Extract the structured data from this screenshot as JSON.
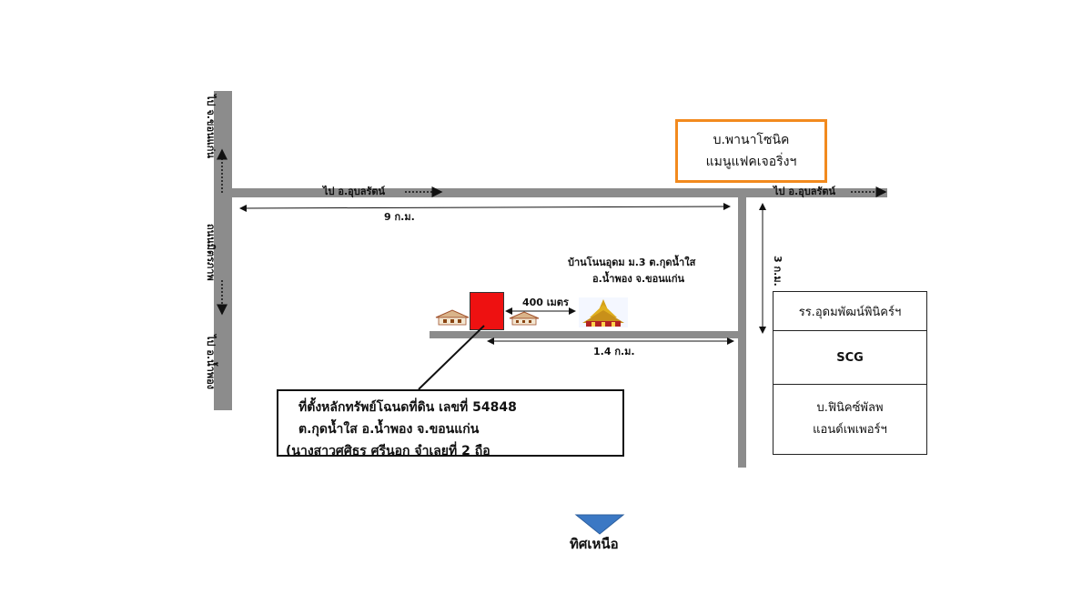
{
  "labels": {
    "to_ubonrat_top": "ไป อ.อุบลรัตน์",
    "to_ubonrat_right": "ไป อ.อุบลรัตน์",
    "to_khonkaen": "ไป จ.ขอนแก่น",
    "mittraphap_road": "ถนนมิตรภาพ",
    "to_nampong": "ไป อ.น้ำพอง",
    "dist_9km": "9 ก.ม.",
    "dist_3km": "3 ก.ม.",
    "dist_400m": "400 เมตร",
    "dist_1_4km": "1.4 ก.ม.",
    "village_line1": "บ้านโนนอุดม ม.3 ต.กุดน้ำใส",
    "village_line2": "อ.น้ำพอง จ.ขอนแก่น"
  },
  "panasonic_box": {
    "line1": "บ.พานาโซนิค",
    "line2": "แมนูแฟคเจอริ่งฯ"
  },
  "right_blocks": {
    "school": "รร.อุดมพัฒน์พินิคร์ฯ",
    "scg": "SCG",
    "phoenix_line1": "บ.ฟินิคซ์พัลพ",
    "phoenix_line2": "แอนด์เพเพอร์ฯ"
  },
  "info_box": {
    "line1": "ที่ตั้งหลักทรัพย์โฉนดที่ดิน  เลขที่  54848",
    "line2": "ต.กุดน้ำใส  อ.น้ำพอง  จ.ขอนแก่น",
    "line3": "(นางสาวศศิธร ศรีนอก จำเลยที่ 2 ถือ"
  },
  "north": {
    "label": "ทิศเหนือ"
  },
  "colors": {
    "road": "#8c8c8c",
    "plot": "#ee1111",
    "box_border": "#f28a1e",
    "north_arrow": "#3b78c4"
  }
}
